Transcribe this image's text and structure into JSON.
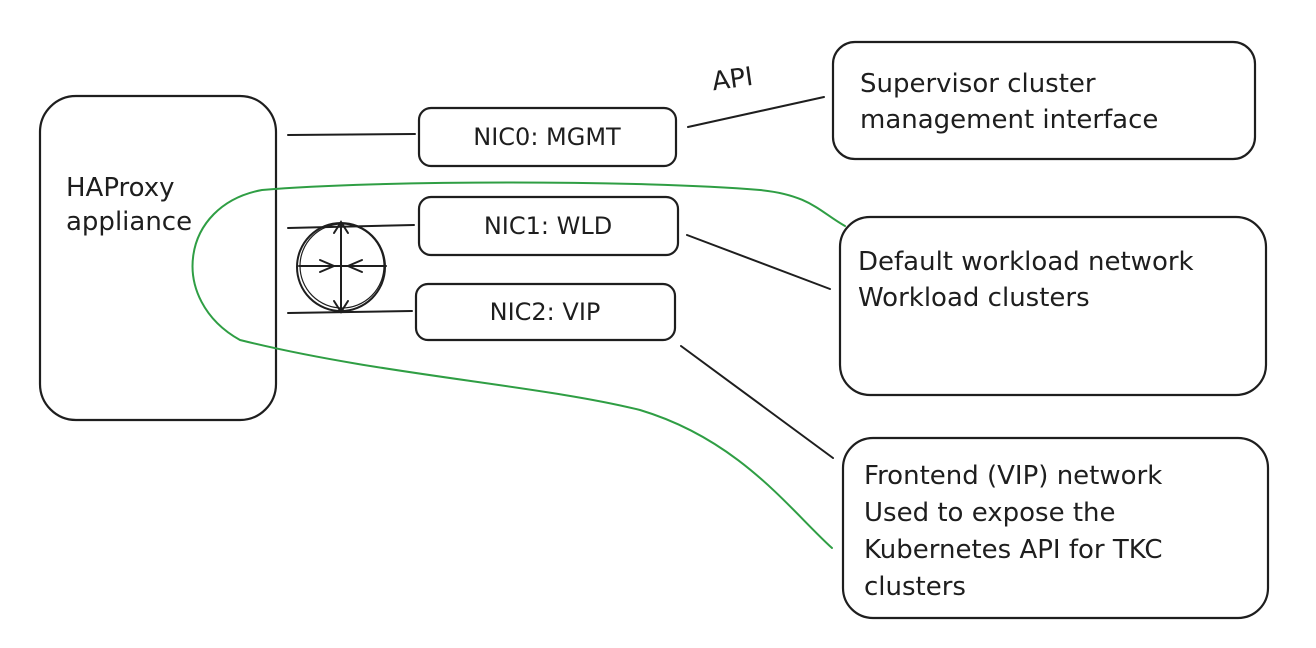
{
  "diagram": {
    "haproxy": {
      "line1": "HAProxy",
      "line2": "appliance"
    },
    "nic0": "NIC0: MGMT",
    "nic1": "NIC1: WLD",
    "nic2": "NIC2: VIP",
    "api_label": "API",
    "supervisor": {
      "line1": "Supervisor cluster",
      "line2": "management interface"
    },
    "workload": {
      "line1": "Default workload network",
      "line2": "Workload clusters"
    },
    "frontend": {
      "line1": "Frontend (VIP) network",
      "line2": "Used to expose the",
      "line3": "Kubernetes API for TKC",
      "line4": "clusters"
    },
    "colors": {
      "stroke": "#1e1e1e",
      "grouping": "#2f9e44"
    }
  }
}
